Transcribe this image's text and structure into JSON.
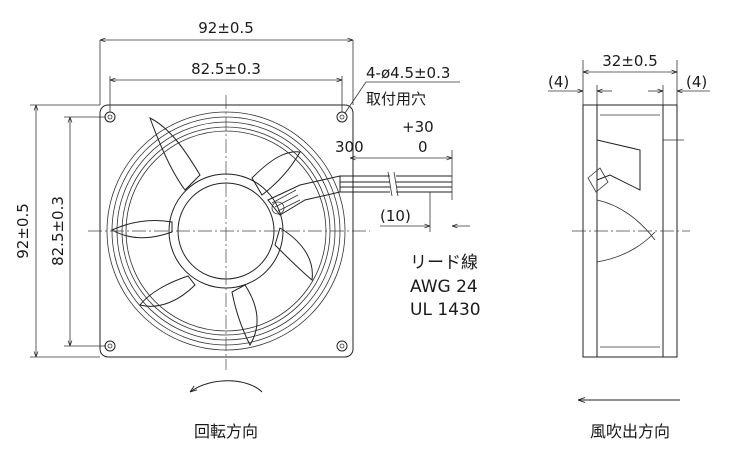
{
  "dimensions": {
    "width_total": "92±0.5",
    "width_holes": "82.5±0.3",
    "height_total": "92±0.5",
    "height_holes": "82.5±0.3",
    "mount_hole_spec": "4-ø4.5±0.3",
    "mount_hole_label": "取付用穴",
    "lead_length": "300",
    "lead_tol_plus": "+30",
    "lead_tol_minus": "0",
    "strip_length": "(10)",
    "depth": "32±0.5",
    "flange_left": "(4)",
    "flange_right": "(4)"
  },
  "lead_wire": {
    "title": "リード線",
    "gauge": "AWG 24",
    "standard": "UL 1430"
  },
  "labels": {
    "rotation": "回転方向",
    "airflow": "風吹出方向"
  }
}
